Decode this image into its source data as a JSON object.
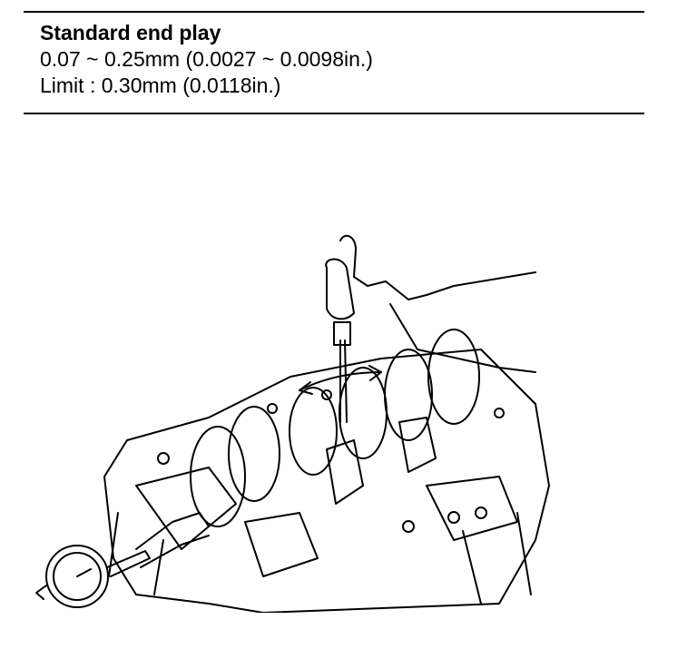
{
  "spec": {
    "title": "Standard end play",
    "standard_value": "0.07 ~ 0.25mm (0.0027 ~ 0.0098in.)",
    "limit_value": "Limit :  0.30mm (0.0118in.)"
  }
}
